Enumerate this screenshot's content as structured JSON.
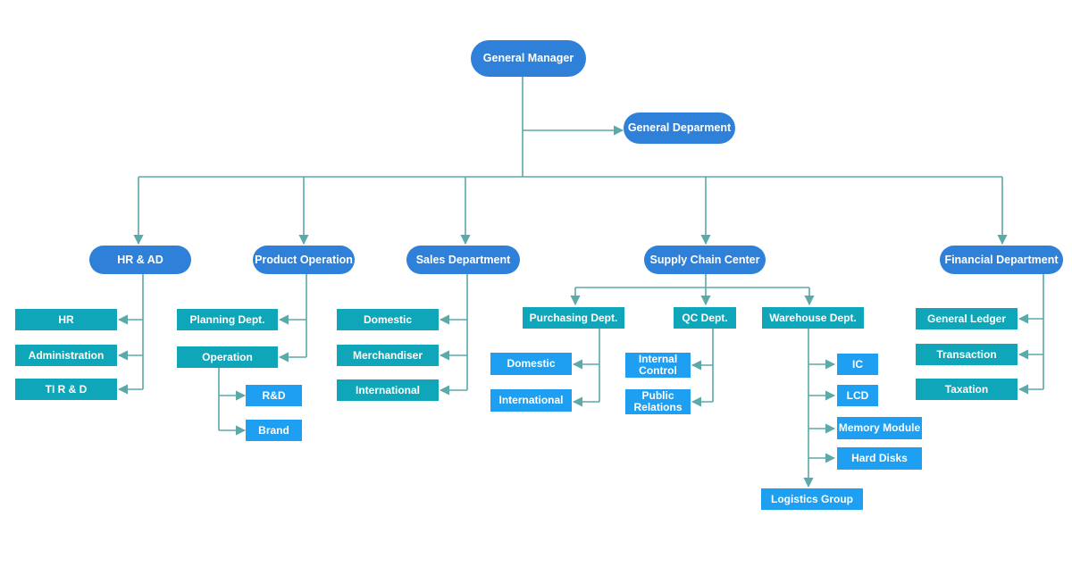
{
  "top": {
    "general_manager": "General Manager",
    "general_department": "General Deparment"
  },
  "departments": {
    "hr_ad": "HR & AD",
    "product_operation": "Product Operation",
    "sales": "Sales Department",
    "supply_chain": "Supply Chain Center",
    "financial": "Financial Department"
  },
  "hr_ad_units": [
    "HR",
    "Administration",
    "TI R & D"
  ],
  "product_units": {
    "planning": "Planning Dept.",
    "operation": "Operation",
    "operation_units": [
      "R&D",
      "Brand"
    ]
  },
  "sales_units": [
    "Domestic",
    "Merchandiser",
    "International"
  ],
  "supply_units": {
    "purchasing": "Purchasing Dept.",
    "purchasing_units": [
      "Domestic",
      "International"
    ],
    "qc": "QC Dept.",
    "qc_units": [
      "Internal Control",
      "Public Relations"
    ],
    "warehouse": "Warehouse Dept.",
    "warehouse_units": [
      "IC",
      "LCD",
      "Memory Module",
      "Hard Disks",
      "Logistics Group"
    ]
  },
  "financial_units": [
    "General Ledger",
    "Transaction",
    "Taxation"
  ],
  "colors": {
    "pill": "#2f80d8",
    "teal_box": "#0ea6b8",
    "blue_box": "#1e9ff2",
    "connector": "#5ba9a8"
  }
}
